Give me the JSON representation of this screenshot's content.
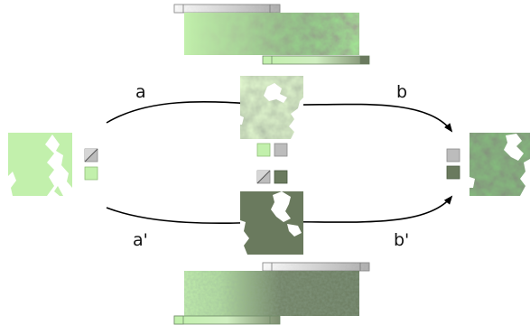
{
  "labels": {
    "upper_left": "a",
    "upper_right": "b",
    "lower_left": "a'",
    "lower_right": "b'"
  },
  "colors": {
    "light_green": "#c2f0ac",
    "light_green_border": "#8fbf78",
    "dark_green": "#6a7a5e",
    "dark_green_border": "#4a5a40",
    "gray": "#bcbcbc",
    "gray_border": "#8a8a8a",
    "texture_mid": "#7f9b78",
    "texture_dark": "#4e6350"
  },
  "icons": {
    "source_half_swatch": "half-split-swatch",
    "source_light_swatch": "light-green-swatch",
    "mid_light_swatch": "light-green-swatch",
    "mid_gray_swatch": "gray-swatch",
    "mid_half_swatch": "half-split-swatch",
    "mid_dark_swatch": "dark-green-swatch",
    "target_gray_swatch": "gray-swatch",
    "target_dark_swatch": "dark-green-swatch"
  }
}
